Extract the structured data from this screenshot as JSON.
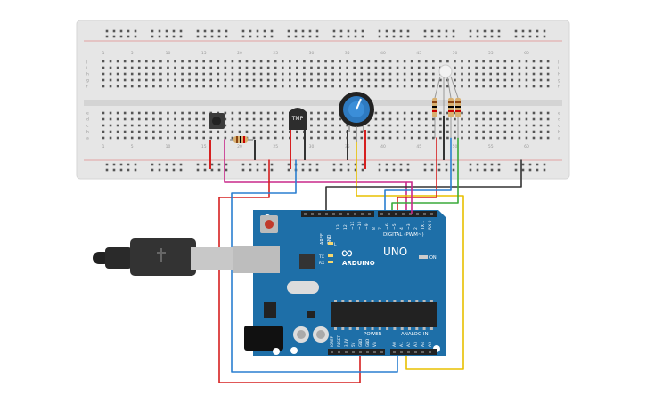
{
  "breadboard": {
    "column_numbers": [
      "1",
      "5",
      "10",
      "15",
      "20",
      "25",
      "30",
      "35",
      "40",
      "45",
      "50",
      "55",
      "60"
    ],
    "row_letters_top": [
      "a",
      "b",
      "c",
      "d",
      "e"
    ],
    "row_letters_bottom": [
      "f",
      "g",
      "h",
      "i",
      "j"
    ]
  },
  "components": {
    "sensor_label": "TMP"
  },
  "arduino": {
    "brand": "ARDUINO",
    "model": "UNO",
    "digital_label": "DIGITAL (PWM~)",
    "analog_label": "ANALOG IN",
    "power_label": "POWER",
    "on_label": "ON",
    "tx_label": "TX",
    "rx_label": "RX",
    "l_label": "L",
    "aref_label": "AREF",
    "gnd_label": "GND",
    "digital_pins": [
      "13",
      "12",
      "~11",
      "~10",
      "~9",
      "8",
      "7",
      "~6",
      "~5",
      "4",
      "~3",
      "2",
      "TX 1",
      "RX 0"
    ],
    "power_pins": [
      "IOREF",
      "RESET",
      "3.3V",
      "5V",
      "GND",
      "GND",
      "Vin"
    ],
    "analog_pins": [
      "A0",
      "A1",
      "A2",
      "A3",
      "A4",
      "A5"
    ]
  },
  "colors": {
    "breadboard": "#e4e4e4",
    "board": "#1e6fa8",
    "wire_red": "#d62020",
    "wire_black": "#333333",
    "wire_yellow": "#e8c000",
    "wire_blue": "#2a7fd0",
    "wire_green": "#3aaa3a",
    "wire_magenta": "#c8288a"
  }
}
